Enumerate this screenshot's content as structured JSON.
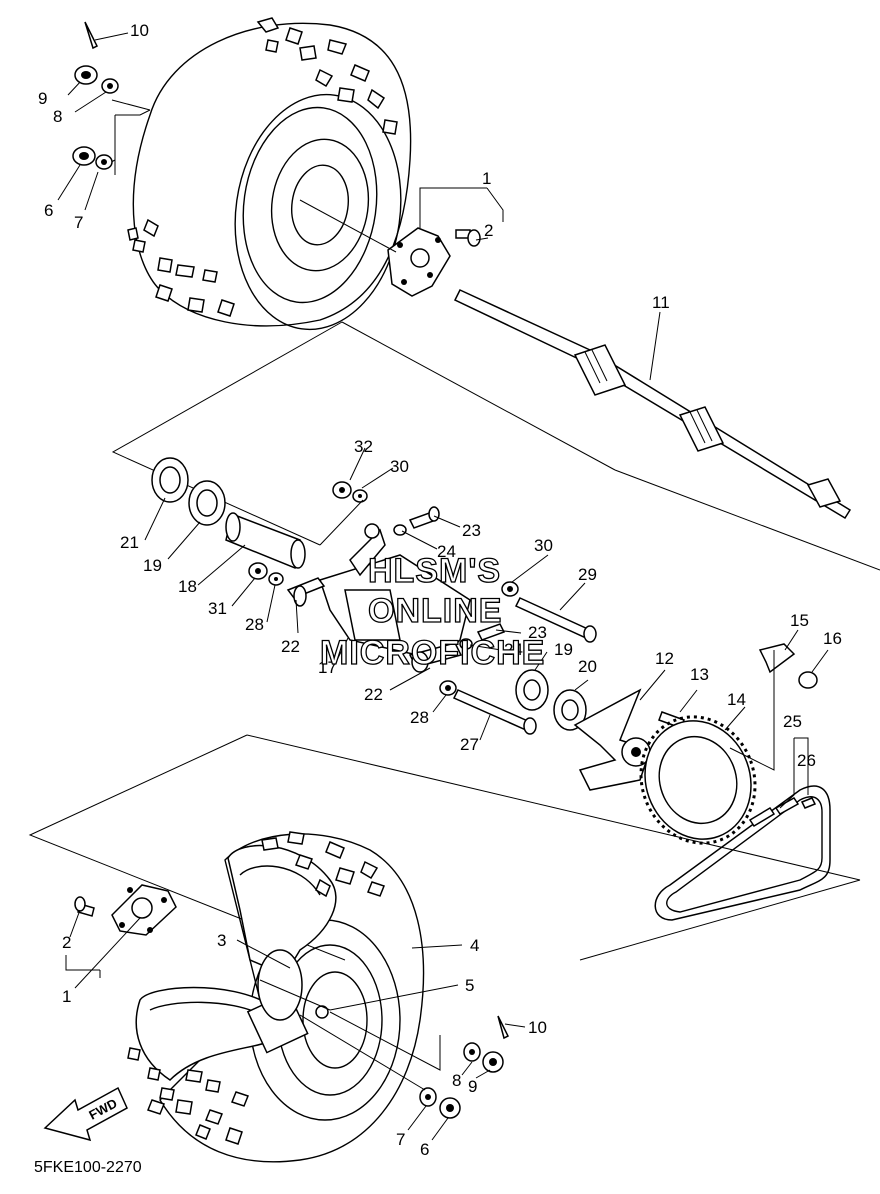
{
  "diagram": {
    "code": "5FKE100-2270",
    "fwd_label": "FWD",
    "watermark": [
      "HLSM'S",
      "ONLINE",
      "MICROFICHE"
    ],
    "callouts": [
      "10",
      "9",
      "8",
      "6",
      "7",
      "1",
      "2",
      "11",
      "32",
      "30",
      "23",
      "24",
      "21",
      "19",
      "18",
      "31",
      "28",
      "22",
      "17",
      "30",
      "29",
      "23",
      "24",
      "19",
      "22",
      "28",
      "20",
      "27",
      "12",
      "13",
      "14",
      "15",
      "16",
      "25",
      "26",
      "3",
      "4",
      "5",
      "2",
      "1",
      "10",
      "8",
      "9",
      "7",
      "6"
    ]
  }
}
